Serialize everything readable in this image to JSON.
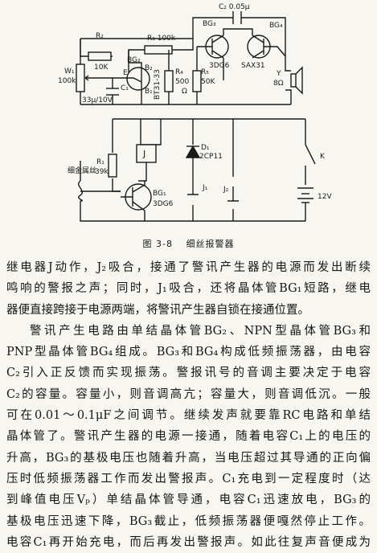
{
  "figure": {
    "caption_number": "图 3-8",
    "caption_title": "细丝报警器",
    "labels": {
      "c2": "C₂ 0.05μ",
      "r2": "R₂",
      "r2_val": "10K",
      "r3": "R₃ 100k",
      "bg3": "BG₃",
      "bg4": "BG₄",
      "bg3_type": "3DG6",
      "bg4_type": "SAX31",
      "w1": "W₁",
      "w1_val": "100k",
      "e": "E",
      "bg2": "BG₂",
      "b2": "B₂",
      "b1": "B₁",
      "bt": "BT31-33",
      "r4": "R₄",
      "r4_val": "500",
      "omega": "Ω",
      "r5": "R₅",
      "r5_val": "50K",
      "y": "Y",
      "y_val": "8Ω",
      "c1": "C₁",
      "c1_val": "33μ/10V",
      "fine_wire": "细金属丝",
      "j": "J",
      "d1": "D₁",
      "d1_type": "2CP11",
      "k": "K",
      "r1": "R₁",
      "r1_val": "39k",
      "bg1": "BG₁",
      "bg1_type": "3DG6",
      "j1": "J₁",
      "j2": "J₂",
      "v12": "12V"
    }
  },
  "body_lines": [
    "继电器J动作，J₂吸合，接通了警讯产生器的电源而发出断续",
    "鸣响的警报之声；同时，J₁吸合，还将晶体管BG₁短路，继电",
    "器便直接跨接于电源两端，将警讯产生器自锁在接通位置。",
    "警讯产生电路由单结晶体管BG₂、NPN型晶体管BG₃和",
    "PNP型晶体管BG₄组成。BG₃和BG₄构成低频振荡器，由电容",
    "C₂引入正反馈而实现振荡。警报讯号的音调主要决定于电容",
    "C₂的容量。容量小，则音调高亢；容量大，则音调低沉。一般",
    "可在0.01～0.1μF之间调节。继续发声就要靠RC电路和单结",
    "晶体管了。警讯产生器的电源一接通，随着电容C₁上的电压的",
    "升高，BG₃的基极电压也随着升高，当电压超过其导通的正向偏",
    "压时低频振荡器工作而发出警报声。C₁充电到一定程度时（达",
    "到峰值电压Vₚ）单结晶体管导通，电容C₁迅速放电，BG₃的",
    "基极电压迅速下降，BG₃截止，低频振荡器便嘎然停止工作。",
    "电容C₁再开始充电，而后再发出警报声。如此往复声音便成为"
  ]
}
